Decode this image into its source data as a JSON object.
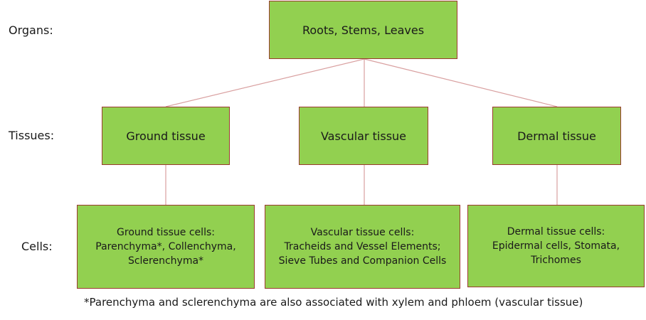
{
  "row_labels": {
    "organs": "Organs:",
    "tissues": "Tissues:",
    "cells": "Cells:"
  },
  "organs": "Roots, Stems, Leaves",
  "tissues": [
    "Ground tissue",
    "Vascular tissue",
    "Dermal tissue"
  ],
  "cells": [
    [
      "Ground tissue cells:",
      "Parenchyma*, Collenchyma,",
      "Sclerenchyma*"
    ],
    [
      "Vascular tissue cells:",
      "Tracheids and Vessel Elements;",
      "Sieve Tubes and Companion Cells"
    ],
    [
      "Dermal tissue cells:",
      "Epidermal cells, Stomata,",
      "Trichomes"
    ]
  ],
  "footnote": "*Parenchyma and sclerenchyma are also associated with xylem and phloem (vascular tissue)",
  "colors": {
    "fill": "#92d050",
    "border": "#9b3b30",
    "connector": "#d9a0a0"
  }
}
